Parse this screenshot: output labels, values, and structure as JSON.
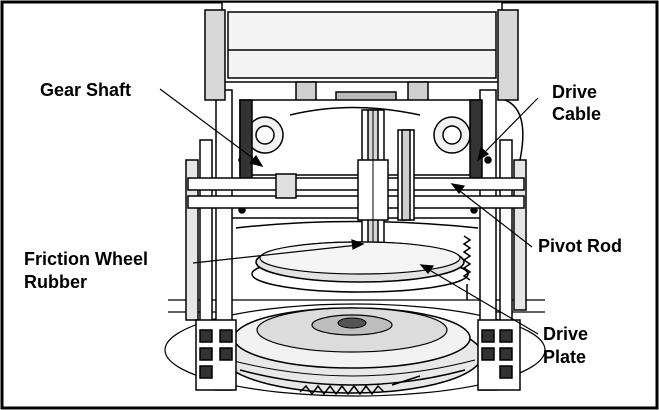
{
  "labels": {
    "gear_shaft": "Gear Shaft",
    "drive_cable_line1": "Drive",
    "drive_cable_line2": "Cable",
    "pivot_rod": "Pivot Rod",
    "friction_wheel_line1": "Friction Wheel",
    "friction_wheel_line2": "Rubber",
    "drive_plate_line1": "Drive",
    "drive_plate_line2": "Plate"
  }
}
